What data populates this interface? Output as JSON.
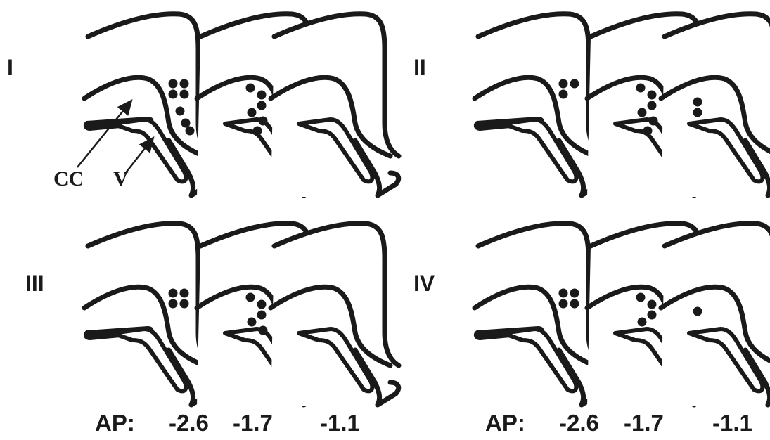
{
  "panels": [
    {
      "label": "I",
      "sections": [
        {
          "ap": "-2.6",
          "cell_count": 7
        },
        {
          "ap": "-1.7",
          "cell_count": 6
        },
        {
          "ap": "-1.1",
          "cell_count": 0
        }
      ]
    },
    {
      "label": "II",
      "sections": [
        {
          "ap": "-2.6",
          "cell_count": 3
        },
        {
          "ap": "-1.7",
          "cell_count": 6
        },
        {
          "ap": "-1.1",
          "cell_count": 2
        }
      ]
    },
    {
      "label": "III",
      "sections": [
        {
          "ap": "-2.6",
          "cell_count": 4
        },
        {
          "ap": "-1.7",
          "cell_count": 5
        },
        {
          "ap": "-1.1",
          "cell_count": 0
        }
      ]
    },
    {
      "label": "IV",
      "sections": [
        {
          "ap": "-2.6",
          "cell_count": 4
        },
        {
          "ap": "-1.7",
          "cell_count": 4
        },
        {
          "ap": "-1.1",
          "cell_count": 1
        }
      ]
    }
  ],
  "annotations": {
    "cc": "CC",
    "v": "V"
  },
  "ap_rows": [
    {
      "prefix": "AP:",
      "values": [
        "-2.6",
        "-1.7",
        "-1.1"
      ]
    },
    {
      "prefix": "AP:",
      "values": [
        "-2.6",
        "-1.7",
        "-1.1"
      ]
    }
  ],
  "colors": {
    "ink": "#1a1a1a",
    "background": "#ffffff"
  }
}
